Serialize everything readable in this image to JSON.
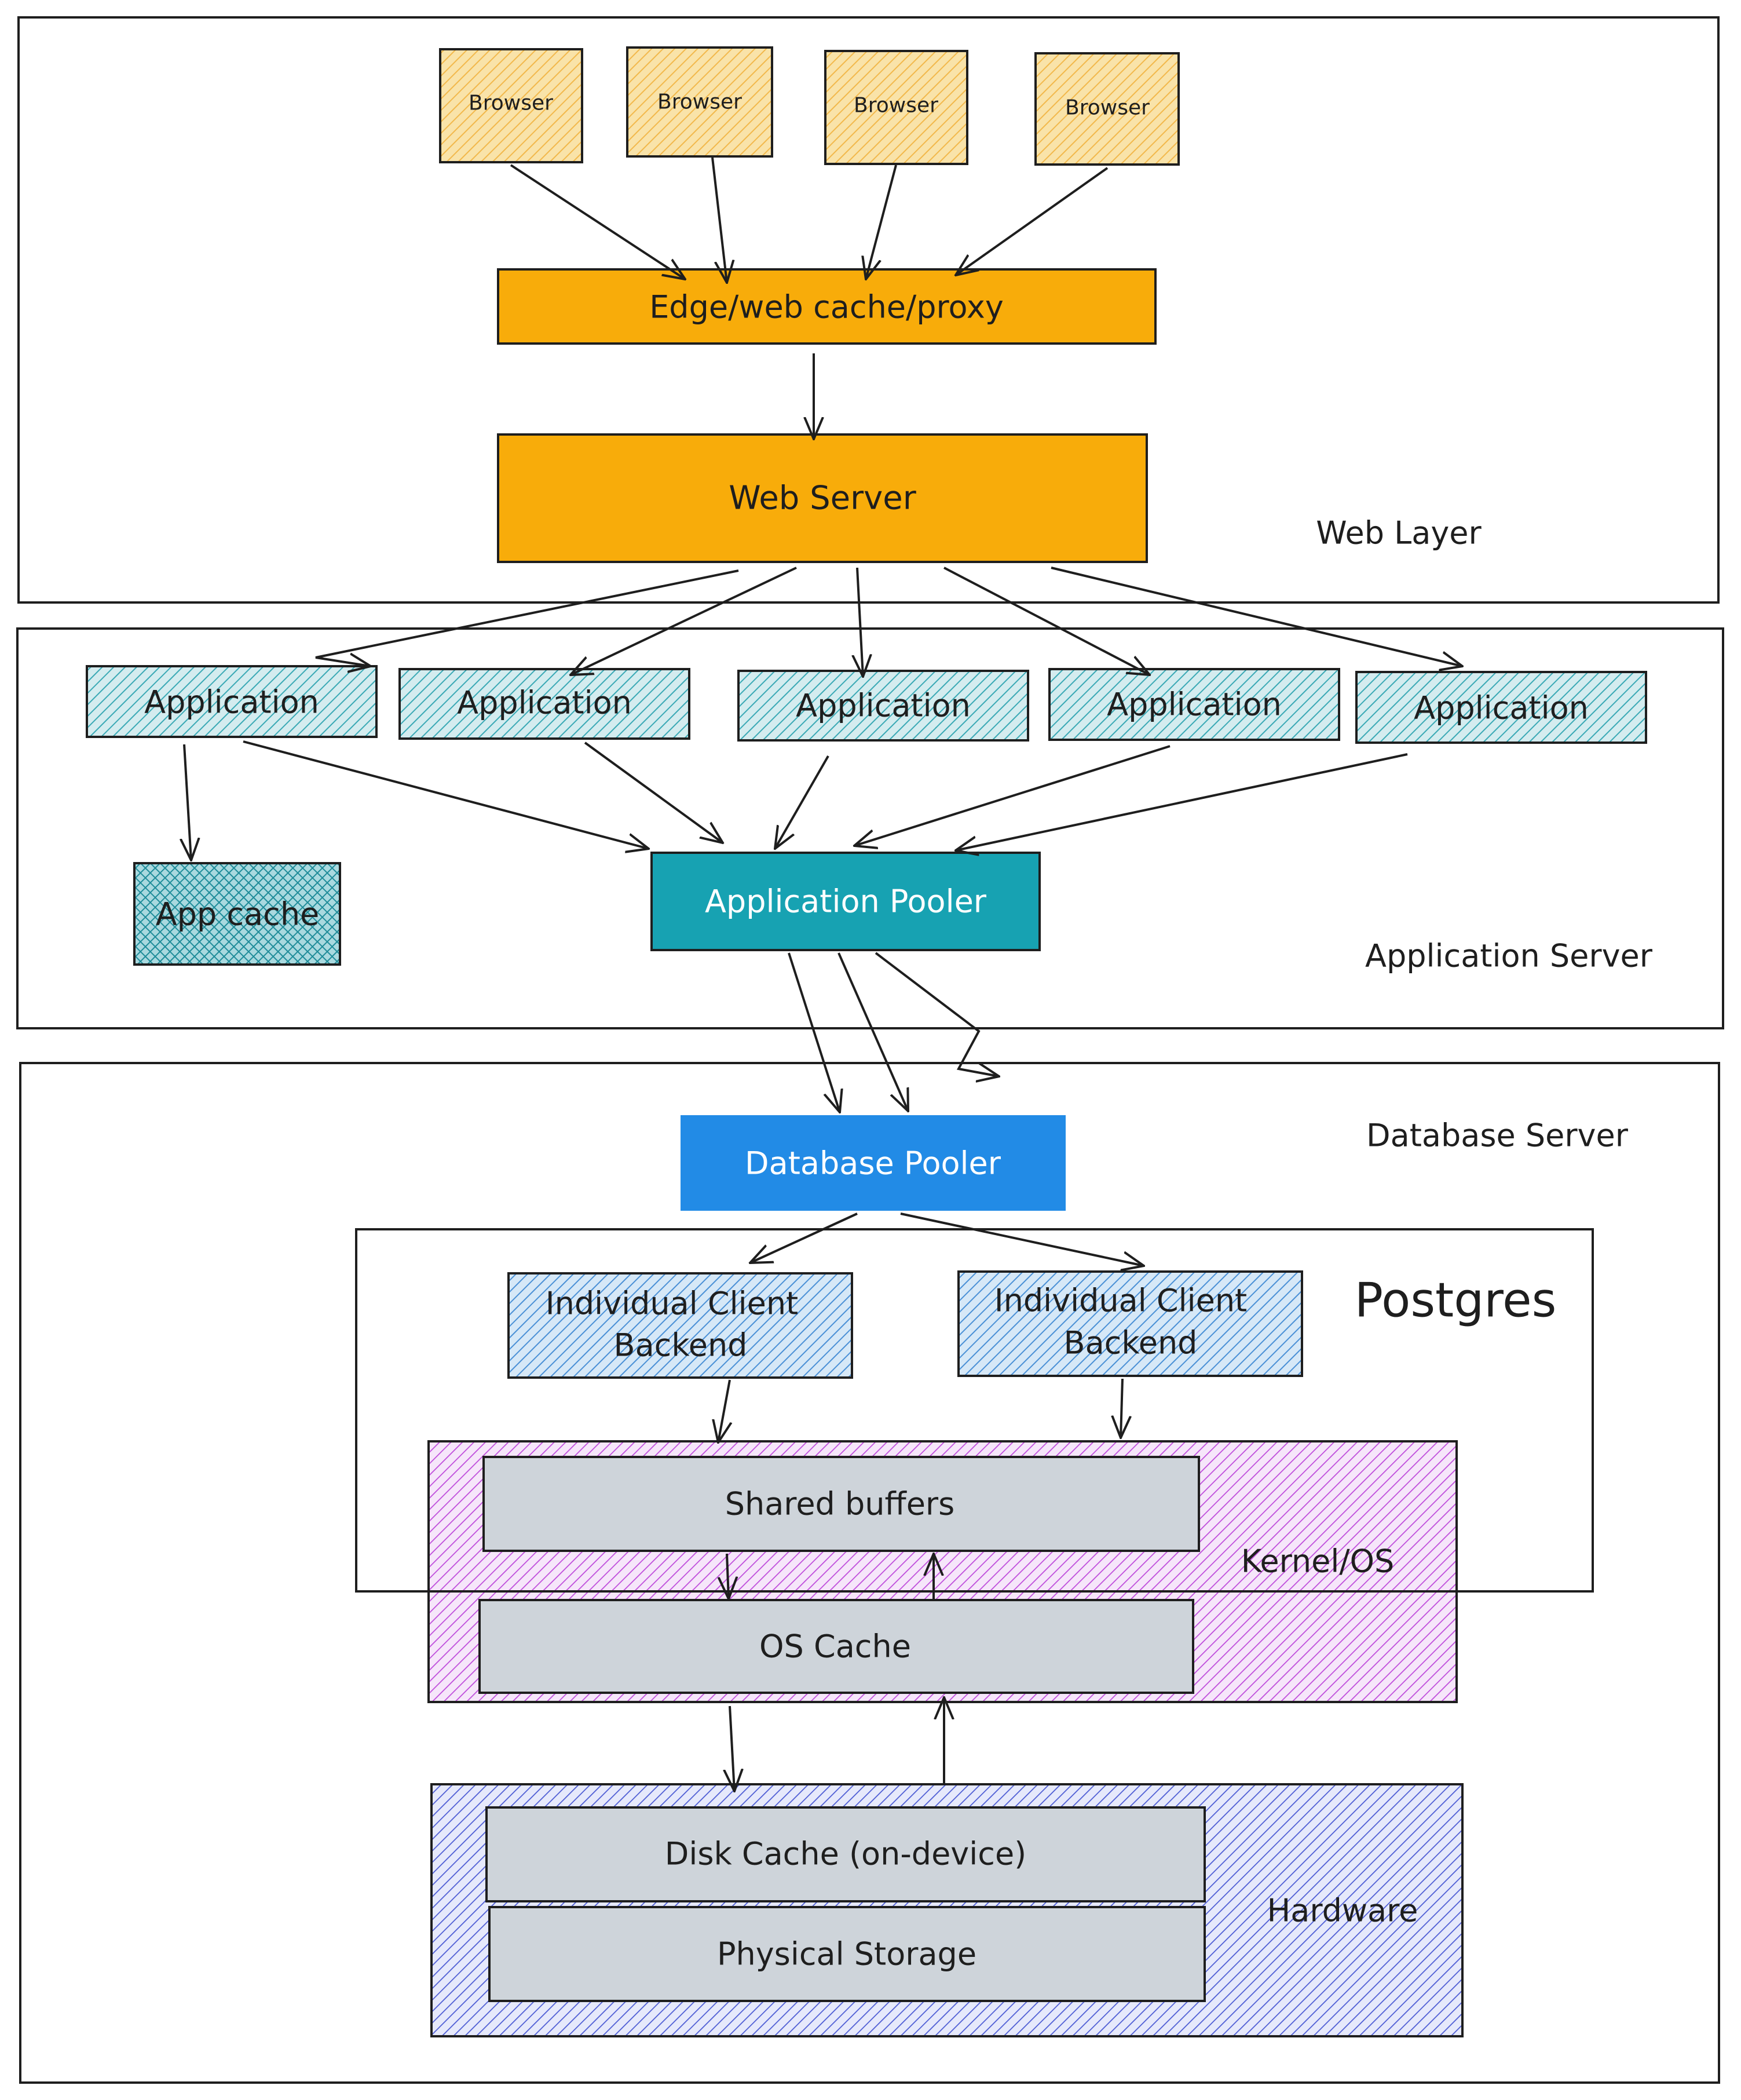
{
  "regions": {
    "web_layer": "Web Layer",
    "application_server": "Application Server",
    "database_server": "Database Server",
    "postgres": "Postgres",
    "kernel_os": "Kernel/OS",
    "hardware": "Hardware"
  },
  "nodes": {
    "browsers": [
      "Browser",
      "Browser",
      "Browser",
      "Browser"
    ],
    "edge_proxy": "Edge/web cache/proxy",
    "web_server": "Web Server",
    "applications": [
      "Application",
      "Application",
      "Application",
      "Application",
      "Application"
    ],
    "app_cache": "App cache",
    "application_pooler": "Application Pooler",
    "database_pooler": "Database Pooler",
    "client_backends": [
      {
        "line1": "Individual Client",
        "line2": "Backend"
      },
      {
        "line1": "Individual Client",
        "line2": "Backend"
      }
    ],
    "shared_buffers": "Shared buffers",
    "os_cache": "OS Cache",
    "disk_cache": "Disk Cache (on-device)",
    "physical_storage": "Physical Storage"
  },
  "colors": {
    "browser_fill": "#f9e3a9",
    "browser_hatch": "#f2b84b",
    "orange_solid": "#f8ac0a",
    "app_fill": "#cde9ec",
    "app_hatch": "#3aa9b5",
    "app_cache_hatch": "#2a9aa8",
    "app_pooler": "#17a2b2",
    "db_pooler": "#228be6",
    "backend_fill": "#d6e8f7",
    "backend_hatch": "#4a90d6",
    "kernel_hatch": "#be4bdb",
    "hardware_hatch": "#4c5bd4",
    "gray_box": "#ced4da",
    "stroke": "#1e1e1e"
  }
}
